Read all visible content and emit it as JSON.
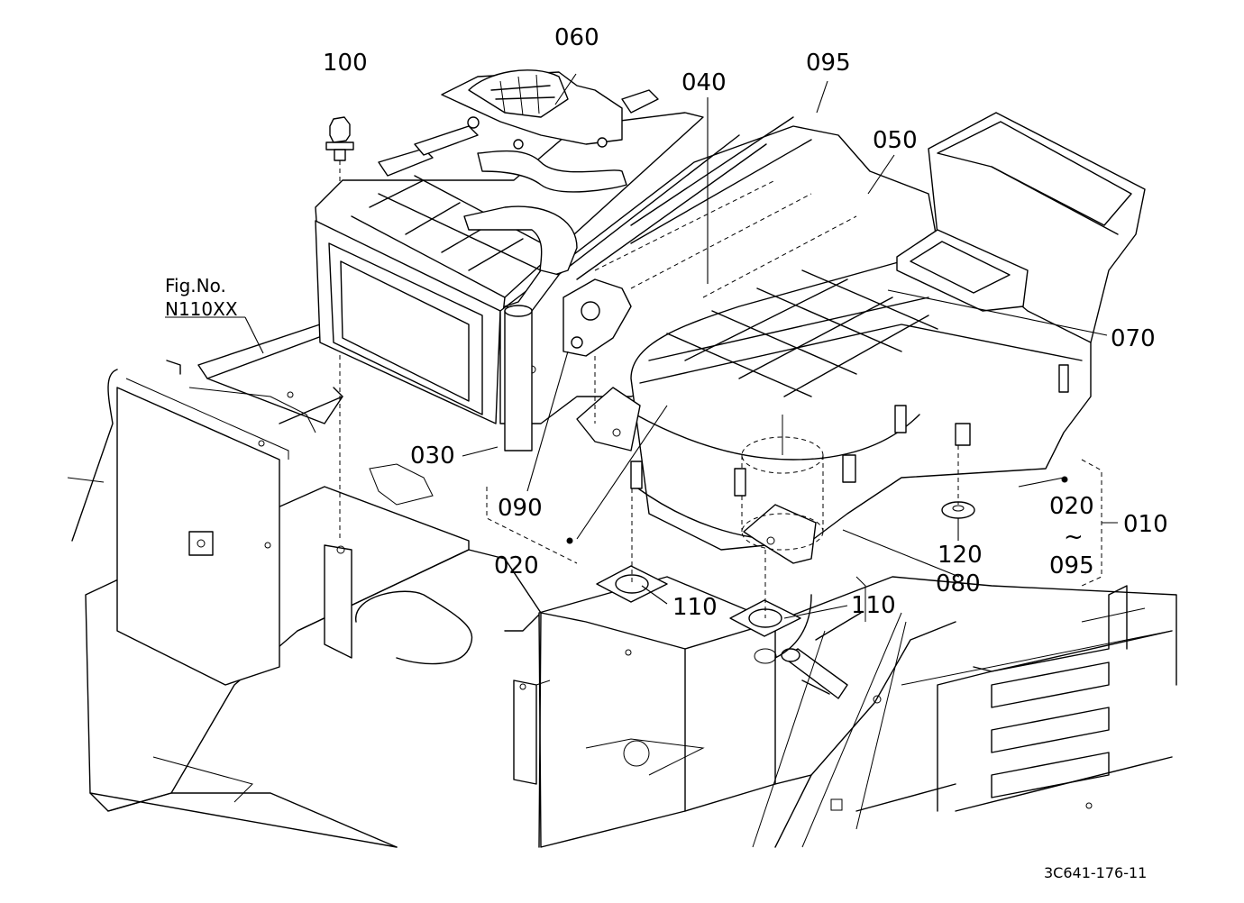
{
  "labels": {
    "p100": "100",
    "p060": "060",
    "p040": "040",
    "p095": "095",
    "p050": "050",
    "p070": "070",
    "p030": "030",
    "p090": "090",
    "p020a": "020",
    "p110a": "110",
    "p110b": "110",
    "p080": "080",
    "p120": "120",
    "p020b": "020",
    "range_sep": "~",
    "p095b": "095",
    "p010": "010"
  },
  "fig_ref": {
    "line1": "Fig.No.",
    "line2": "N110XX"
  },
  "drawing_code": "3C641-176-11"
}
